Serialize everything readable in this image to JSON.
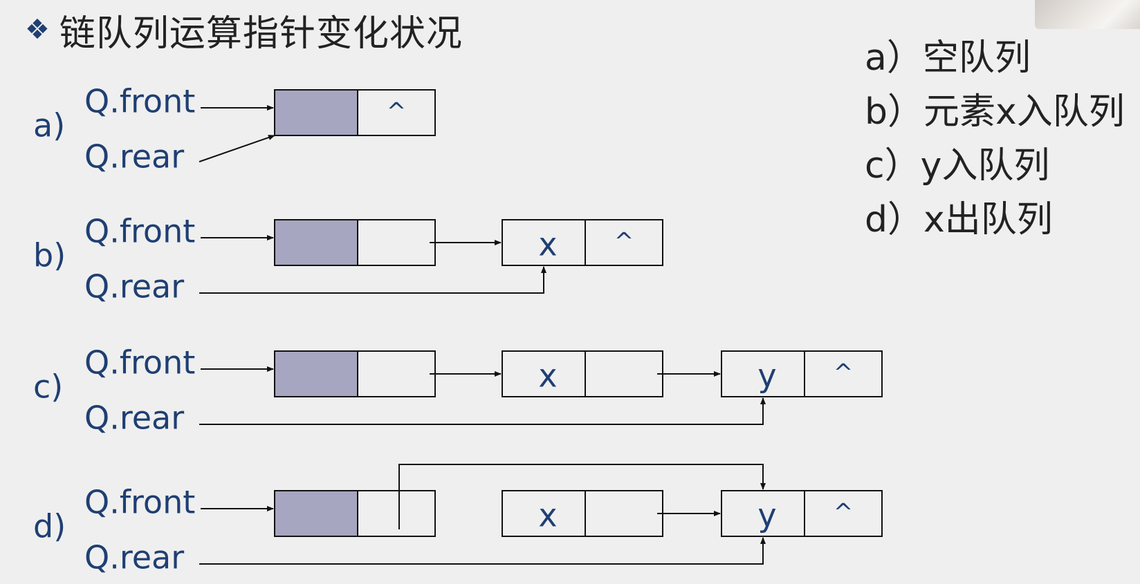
{
  "title": "链队列运算指针变化状况",
  "title_bullet": "❖",
  "legend": [
    "a）空队列",
    "b）元素x入队列",
    "c）y入队列",
    "d）x出队列"
  ],
  "rows": [
    {
      "label": "a)",
      "front": "Q.front",
      "rear": "Q.rear",
      "nodes": [
        {
          "data": "",
          "next": "^"
        }
      ]
    },
    {
      "label": "b)",
      "front": "Q.front",
      "rear": "Q.rear",
      "nodes": [
        {
          "data": "",
          "next": ""
        },
        {
          "data": "x",
          "next": "^"
        }
      ]
    },
    {
      "label": "c)",
      "front": "Q.front",
      "rear": "Q.rear",
      "nodes": [
        {
          "data": "",
          "next": ""
        },
        {
          "data": "x",
          "next": ""
        },
        {
          "data": "y",
          "next": "^"
        }
      ]
    },
    {
      "label": "d)",
      "front": "Q.front",
      "rear": "Q.rear",
      "nodes": [
        {
          "data": "",
          "next": ""
        },
        {
          "data": "x",
          "next": ""
        },
        {
          "data": "y",
          "next": "^"
        }
      ]
    }
  ],
  "colors": {
    "head_fill": "#a7a6c0",
    "text": "#1f3f73",
    "line": "#111111",
    "background": "#efefef"
  }
}
